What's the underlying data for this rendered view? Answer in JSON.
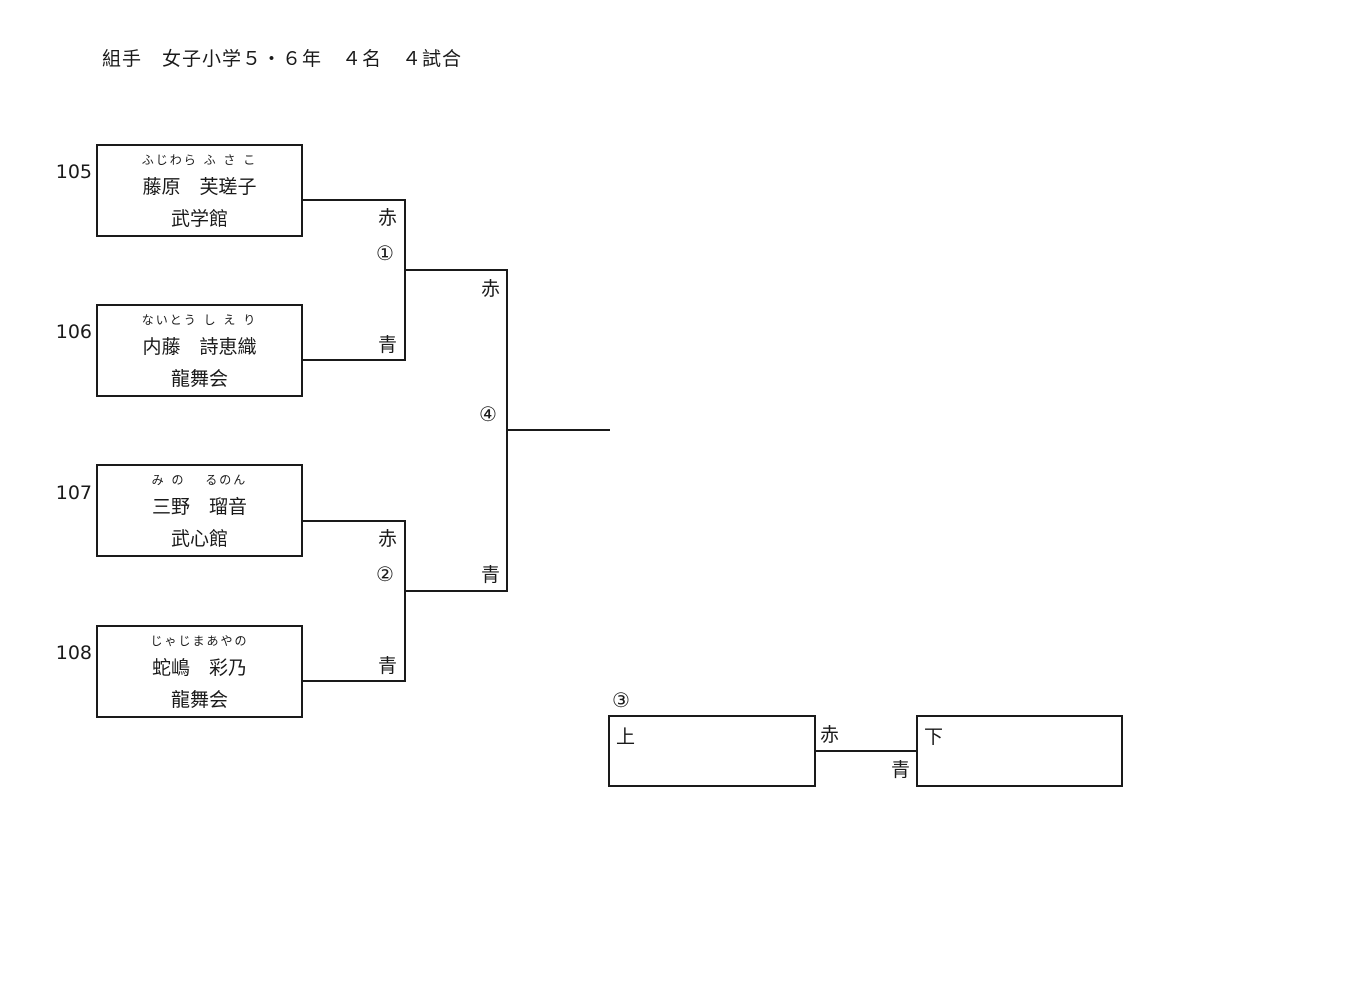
{
  "header": {
    "title": "組手　女子小学５・６年　４名　４試合"
  },
  "players": [
    {
      "seed": "105",
      "ruby": "ふじわら ふ さ こ",
      "name": "藤原　芙瑳子",
      "club": "武学館"
    },
    {
      "seed": "106",
      "ruby": "ないとう し え り",
      "name": "内藤　詩恵織",
      "club": "龍舞会"
    },
    {
      "seed": "107",
      "ruby": "み の　 るのん",
      "name": "三野　瑠音",
      "club": "武心館"
    },
    {
      "seed": "108",
      "ruby": "じゃじまあやの",
      "name": "蛇嶋　彩乃",
      "club": "龍舞会"
    }
  ],
  "bracket": {
    "red_label": "赤",
    "blue_label": "青",
    "matches": [
      "①",
      "②",
      "③",
      "④"
    ]
  },
  "third_place": {
    "match_no": "③",
    "upper_label": "上",
    "lower_label": "下"
  }
}
